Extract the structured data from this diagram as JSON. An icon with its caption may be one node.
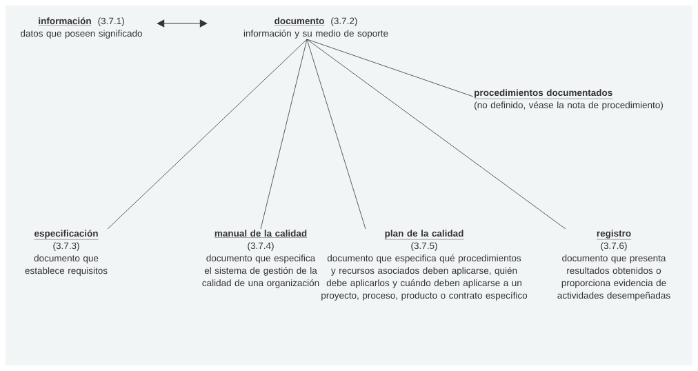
{
  "diagram": {
    "nodes": [
      {
        "text": [
          "información",
          "(3.7.1)",
          "datos que poseen significado"
        ]
      },
      {
        "text": [
          "documento",
          "(3.7.2)",
          "información y su medio de soporte"
        ]
      },
      {
        "text": [
          "procedimientos documentados",
          "(no definido, véase la nota de procedimiento)"
        ]
      },
      {
        "text": [
          "especificación",
          "(3.7.3)",
          "documento que establece requisitos"
        ]
      },
      {
        "text": [
          "manual de la calidad",
          "(3.7.4)",
          "documento que especifica el sistema de gestión de la calidad de una organización"
        ]
      },
      {
        "text": [
          "plan de la calidad",
          "(3.7.5)",
          "documento que especifica qué procedimientos y recursos asociados deben aplicarse, quién debe aplicarlos y cuándo deben aplicarse a un proyecto, proceso, producto o contrato específico"
        ]
      },
      {
        "text": [
          "registro",
          "(3.7.6)",
          "documento que presenta resultados obtenidos o proporciona evidencia de actividades desempeñadas"
        ]
      }
    ],
    "edges": [
      {
        "from": 0,
        "to": 1,
        "arrow": "both"
      },
      {
        "from": 1,
        "to": 2,
        "arrow": "none"
      },
      {
        "from": 1,
        "to": 3,
        "arrow": "none"
      },
      {
        "from": 1,
        "to": 4,
        "arrow": "none"
      },
      {
        "from": 1,
        "to": 5,
        "arrow": "none"
      },
      {
        "from": 1,
        "to": 6,
        "arrow": "none"
      }
    ]
  }
}
